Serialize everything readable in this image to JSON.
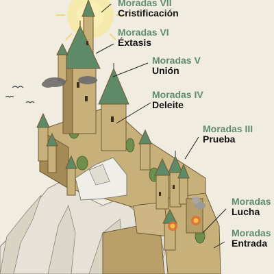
{
  "colors": {
    "label_title": "#5f8b6e",
    "label_subtitle": "#111111",
    "background": "#f1ece0",
    "stone": "#c8b07a",
    "stone_shade": "#a48b55",
    "roof": "#5e8a67",
    "rock": "#e6e2d8",
    "sun": "#f6e89a",
    "cloud": "#6b6b6b",
    "fire": "#e86a2a"
  },
  "mansions": [
    {
      "title": "Moradas VII",
      "subtitle": "Cristificación"
    },
    {
      "title": "Moradas VI",
      "subtitle": "Éxtasis"
    },
    {
      "title": "Moradas V",
      "subtitle": "Unión"
    },
    {
      "title": "Moradas IV",
      "subtitle": "Deleite"
    },
    {
      "title": "Moradas III",
      "subtitle": "Prueba"
    },
    {
      "title": "Moradas",
      "subtitle": "Lucha"
    },
    {
      "title": "Moradas",
      "subtitle": "Entrada"
    }
  ],
  "icons": [
    "sun-icon",
    "cloud-icon",
    "bird-icon",
    "fire-icon",
    "flag-icon"
  ]
}
